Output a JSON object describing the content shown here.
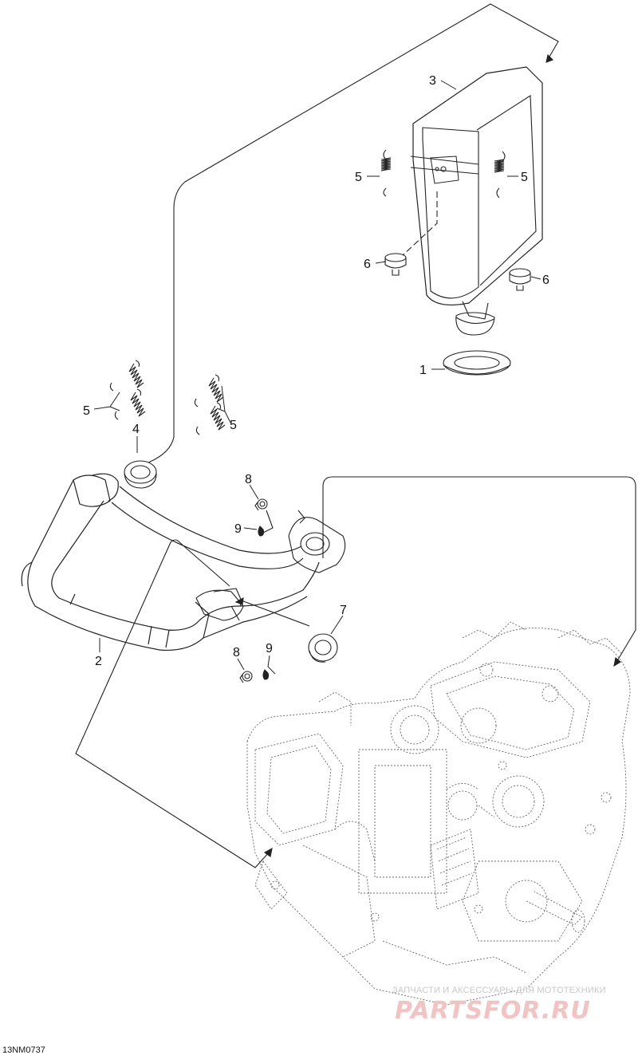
{
  "figure_code": "13NM0737",
  "callouts": {
    "p1": "1",
    "p2": "2",
    "p3": "3",
    "p4": "4",
    "p5": "5",
    "p6": "6",
    "p7": "7",
    "p8": "8",
    "p9": "9"
  },
  "watermark": {
    "text": "ЗАПЧАСТИ И АКСЕССУАРЫ ДЛЯ МОТОТЕХНИКИ",
    "logo": "PARTSFOR.RU"
  }
}
